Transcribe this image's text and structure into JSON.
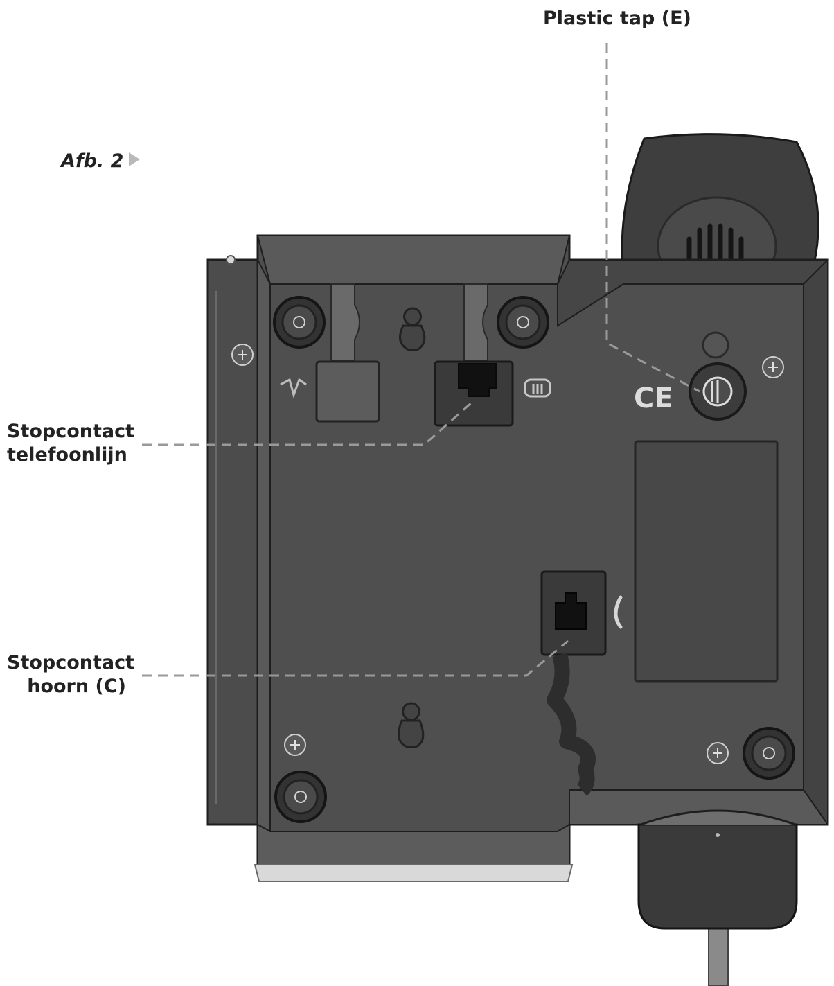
{
  "figure": {
    "caption": "Afb. 2"
  },
  "callouts": {
    "plastic_tap": "Plastic tap (E)",
    "line_socket_line1": "Stopcontact",
    "line_socket_line2": "telefoonlijn",
    "handset_socket_line1": "Stopcontact",
    "handset_socket_line2": "hoorn (C)"
  },
  "device": {
    "ce_mark": "CE"
  },
  "colors": {
    "body": "#4f4f4f",
    "body_dark": "#3a3a3a",
    "edge": "#1e1e1e",
    "leader": "#9a9a9a"
  }
}
